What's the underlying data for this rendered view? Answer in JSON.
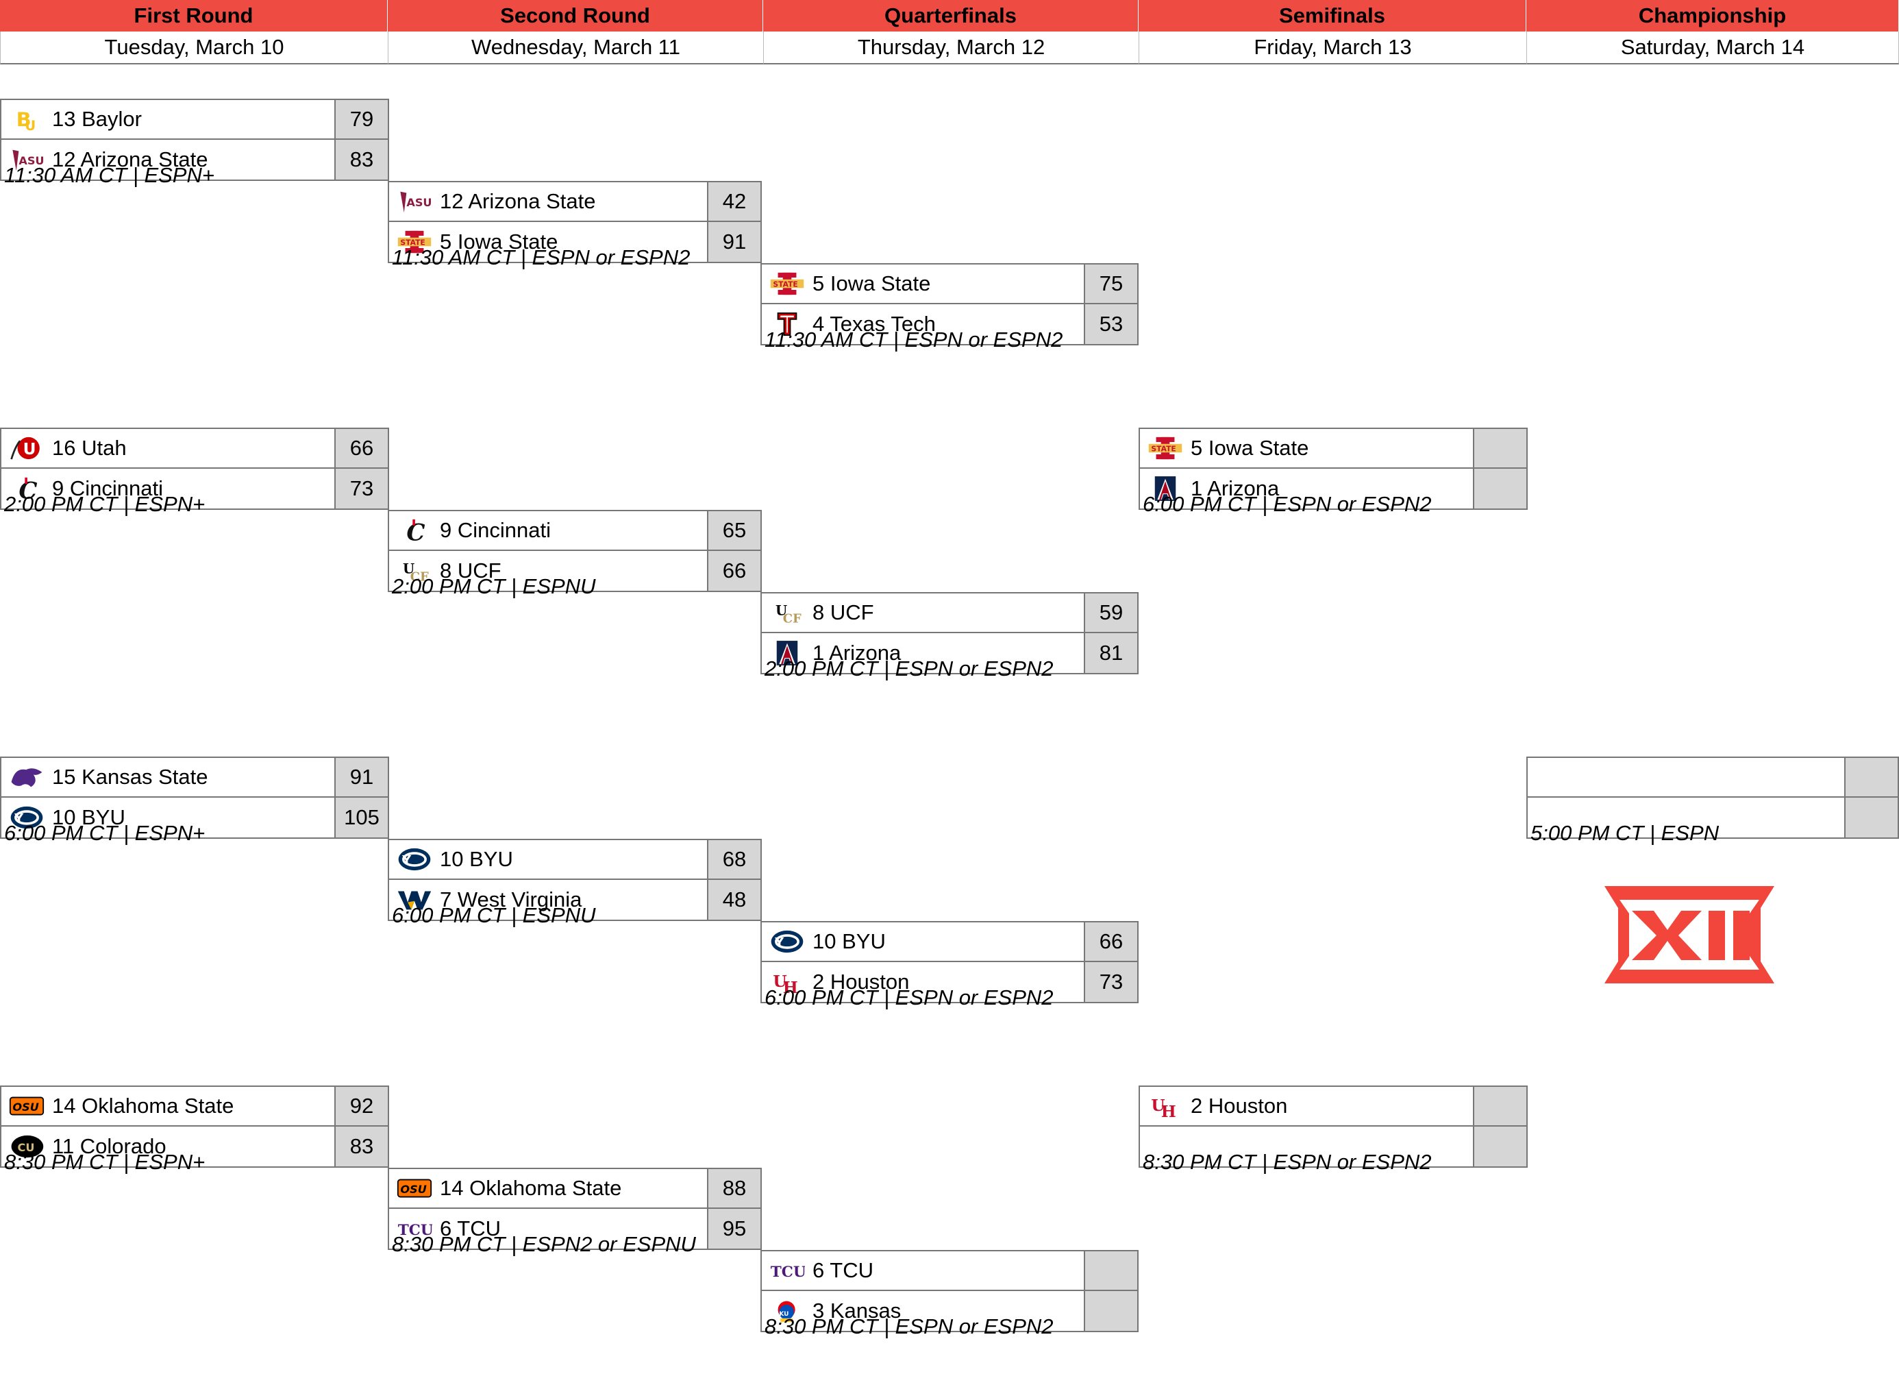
{
  "rounds": [
    {
      "name": "First Round",
      "date": "Tuesday, March 10"
    },
    {
      "name": "Second Round",
      "date": "Wednesday, March 11"
    },
    {
      "name": "Quarterfinals",
      "date": "Thursday, March 12"
    },
    {
      "name": "Semifinals",
      "date": "Friday, March 13"
    },
    {
      "name": "Championship",
      "date": "Saturday, March 14"
    }
  ],
  "colors": {
    "header_bg": "#ee4b43",
    "score_bg": "#d6d6d6",
    "border": "#777777",
    "big12_logo": "#f2453b"
  },
  "games": {
    "r1g1": {
      "top": {
        "label": "13 Baylor",
        "score": "79",
        "logo": "baylor-logo"
      },
      "bottom": {
        "label": "12 Arizona State",
        "score": "83",
        "logo": "asu-logo"
      },
      "time": "11:30 AM CT | ESPN+"
    },
    "r1g2": {
      "top": {
        "label": "16 Utah",
        "score": "66",
        "logo": "utah-logo"
      },
      "bottom": {
        "label": "9 Cincinnati",
        "score": "73",
        "logo": "cincinnati-logo"
      },
      "time": "2:00 PM CT | ESPN+"
    },
    "r1g3": {
      "top": {
        "label": "15 Kansas State",
        "score": "91",
        "logo": "kansas-state-logo"
      },
      "bottom": {
        "label": "10 BYU",
        "score": "105",
        "logo": "byu-logo"
      },
      "time": "6:00 PM CT | ESPN+"
    },
    "r1g4": {
      "top": {
        "label": "14 Oklahoma State",
        "score": "92",
        "logo": "oklahoma-state-logo"
      },
      "bottom": {
        "label": "11 Colorado",
        "score": "83",
        "logo": "colorado-logo"
      },
      "time": "8:30 PM CT | ESPN+"
    },
    "r2g1": {
      "top": {
        "label": "12 Arizona State",
        "score": "42",
        "logo": "asu-logo"
      },
      "bottom": {
        "label": "5 Iowa State",
        "score": "91",
        "logo": "iowa-state-logo"
      },
      "time": "11:30 AM CT | ESPN or ESPN2"
    },
    "r2g2": {
      "top": {
        "label": "9 Cincinnati",
        "score": "65",
        "logo": "cincinnati-logo"
      },
      "bottom": {
        "label": "8 UCF",
        "score": "66",
        "logo": "ucf-logo"
      },
      "time": "2:00 PM CT | ESPNU"
    },
    "r2g3": {
      "top": {
        "label": "10 BYU",
        "score": "68",
        "logo": "byu-logo"
      },
      "bottom": {
        "label": "7 West Virginia",
        "score": "48",
        "logo": "west-virginia-logo"
      },
      "time": "6:00 PM CT | ESPNU"
    },
    "r2g4": {
      "top": {
        "label": "14 Oklahoma State",
        "score": "88",
        "logo": "oklahoma-state-logo"
      },
      "bottom": {
        "label": "6 TCU",
        "score": "95",
        "logo": "tcu-logo"
      },
      "time": "8:30 PM CT | ESPN2 or ESPNU"
    },
    "qfg1": {
      "top": {
        "label": "5 Iowa State",
        "score": "75",
        "logo": "iowa-state-logo"
      },
      "bottom": {
        "label": "4 Texas Tech",
        "score": "53",
        "logo": "texas-tech-logo"
      },
      "time": "11:30 AM CT | ESPN or ESPN2"
    },
    "qfg2": {
      "top": {
        "label": "8 UCF",
        "score": "59",
        "logo": "ucf-logo"
      },
      "bottom": {
        "label": "1 Arizona",
        "score": "81",
        "logo": "arizona-logo"
      },
      "time": "2:00 PM CT | ESPN or ESPN2"
    },
    "qfg3": {
      "top": {
        "label": "10 BYU",
        "score": "66",
        "logo": "byu-logo"
      },
      "bottom": {
        "label": "2 Houston",
        "score": "73",
        "logo": "houston-logo"
      },
      "time": "6:00 PM CT | ESPN or ESPN2"
    },
    "qfg4": {
      "top": {
        "label": "6 TCU",
        "score": "",
        "logo": "tcu-logo"
      },
      "bottom": {
        "label": "3 Kansas",
        "score": "",
        "logo": "kansas-logo"
      },
      "time": "8:30 PM CT | ESPN or ESPN2"
    },
    "sfg1": {
      "top": {
        "label": "5 Iowa State",
        "score": "",
        "logo": "iowa-state-logo"
      },
      "bottom": {
        "label": "1 Arizona",
        "score": "",
        "logo": "arizona-logo"
      },
      "time": "6:00 PM CT | ESPN or ESPN2"
    },
    "sfg2": {
      "top": {
        "label": "2 Houston",
        "score": "",
        "logo": "houston-logo"
      },
      "bottom": {
        "label": "",
        "score": "",
        "logo": ""
      },
      "time": "8:30 PM CT | ESPN or ESPN2"
    },
    "final": {
      "top": {
        "label": "",
        "score": "",
        "logo": ""
      },
      "bottom": {
        "label": "",
        "score": "",
        "logo": ""
      },
      "time": "5:00 PM CT | ESPN"
    }
  },
  "big12_logo_icon": "big12-logo"
}
